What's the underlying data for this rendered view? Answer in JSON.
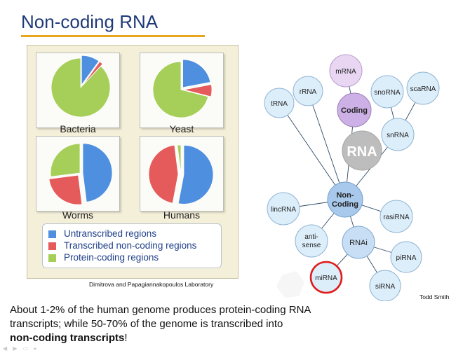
{
  "slide": {
    "title": "Non-coding RNA",
    "body_line1": "About 1-2% of the human genome produces protein-coding RNA",
    "body_line2": "transcripts; while 50-70% of the genome is transcribed into",
    "body_bold": "non-coding transcripts",
    "body_end": "!"
  },
  "pies": [
    {
      "label": "Bacteria",
      "untranscribed": 0.1,
      "noncoding": 0.02,
      "protein_coding": 0.88
    },
    {
      "label": "Yeast",
      "untranscribed": 0.22,
      "noncoding": 0.07,
      "protein_coding": 0.71
    },
    {
      "label": "Worms",
      "untranscribed": 0.48,
      "noncoding": 0.25,
      "protein_coding": 0.27
    },
    {
      "label": "Humans",
      "untranscribed": 0.53,
      "noncoding": 0.45,
      "protein_coding": 0.02
    }
  ],
  "legend": [
    {
      "label": "Untranscribed regions",
      "color": "#4f8fdf"
    },
    {
      "label": "Transcribed non-coding regions",
      "color": "#e55b5b"
    },
    {
      "label": "Protein-coding regions",
      "color": "#a6cf5a"
    }
  ],
  "credit_left": "Dimitrova and Papagiannakopoulos Laboratory",
  "credit_right": "Todd Smith",
  "diagram": {
    "nodes": {
      "mrna": "mRNA",
      "coding": "Coding",
      "rna": "RNA",
      "trna": "tRNA",
      "rrna": "rRNA",
      "snorna": "snoRNA",
      "scarna": "scaRNA",
      "snrna": "snRNA",
      "noncoding_1": "Non-",
      "noncoding_2": "Coding",
      "lincrna": "lincRNA",
      "antisense_1": "anti-",
      "antisense_2": "sense",
      "rasirna": "rasiRNA",
      "rnai": "RNAi",
      "pirna": "piRNA",
      "mirna": "miRNA",
      "sirna": "siRNA"
    },
    "colors": {
      "light_blue_fill": "#dceefa",
      "blue_stroke": "#8fb3d3",
      "hub_fill": "#a9c9ec",
      "purple_fill": "#e8d6f3",
      "coding_fill": "#cdb1e6",
      "rna_fill": "#bdbdbd",
      "highlight": "#e01c1c"
    }
  }
}
